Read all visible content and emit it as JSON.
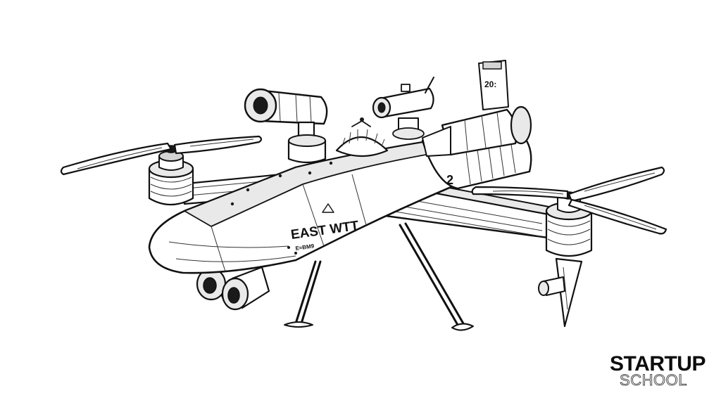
{
  "illustration": {
    "subject": "drone",
    "style": "ink line drawing",
    "fuselage_label": "EAST WTT",
    "fuselage_sublabel": "E≈BM9",
    "side_number": "2",
    "display_readout": "20:"
  },
  "logo": {
    "line1": "STARTUP",
    "line2": "SCHOOL"
  },
  "colors": {
    "ink": "#111111",
    "paper": "#ffffff",
    "shade": "#e9e9e9"
  }
}
